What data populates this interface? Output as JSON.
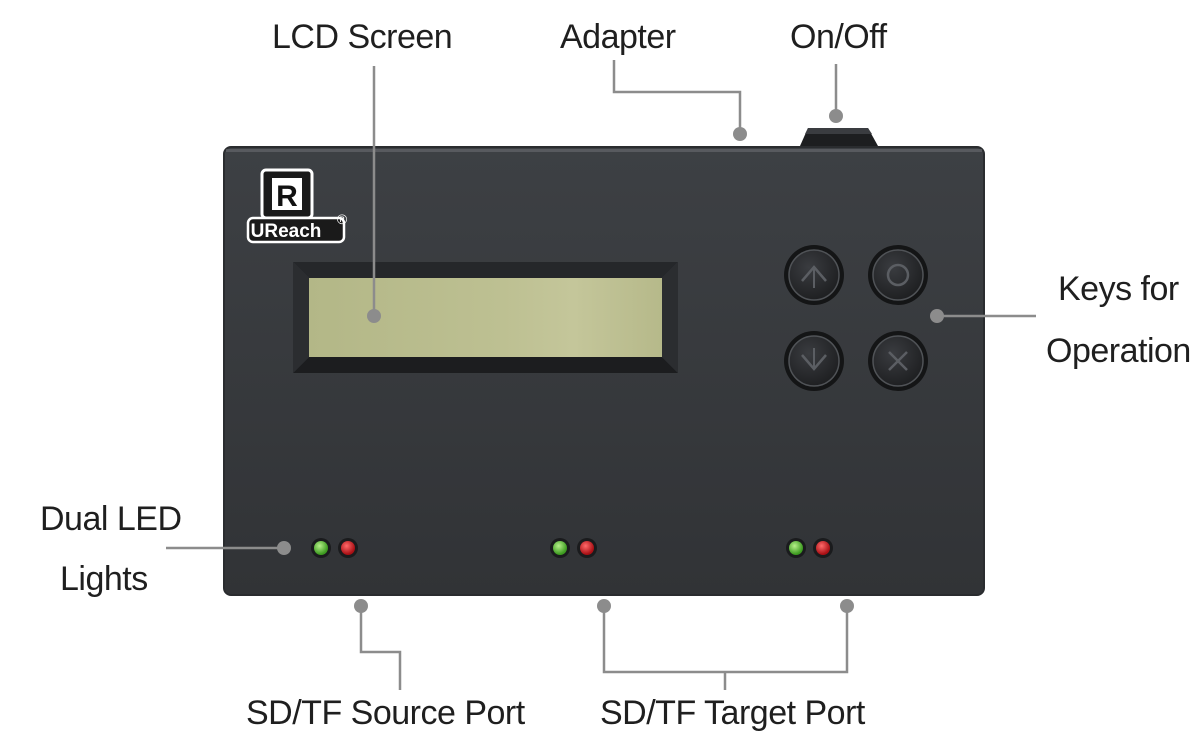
{
  "brand": {
    "letter": "R",
    "name": "UReach",
    "mark": "®"
  },
  "callouts": {
    "lcd_screen": "LCD Screen",
    "adapter": "Adapter",
    "on_off": "On/Off",
    "keys_line1": "Keys for",
    "keys_line2": "Operation",
    "leds_line1": "Dual LED",
    "leds_line2": "Lights",
    "source_port": "SD/TF Source Port",
    "target_port": "SD/TF Target Port"
  },
  "keys": [
    {
      "symbol": "up-arrow-icon"
    },
    {
      "symbol": "circle-ok-icon"
    },
    {
      "symbol": "down-arrow-icon"
    },
    {
      "symbol": "x-cancel-icon"
    }
  ],
  "led_groups": [
    {
      "green": "#4caf2a",
      "red": "#d0151c"
    },
    {
      "green": "#4caf2a",
      "red": "#d0151c"
    },
    {
      "green": "#4caf2a",
      "red": "#d0151c"
    }
  ],
  "colors": {
    "device_body": "#3a3d41",
    "lcd": "#b9bc8d",
    "leader_line": "#8c8c8c"
  }
}
